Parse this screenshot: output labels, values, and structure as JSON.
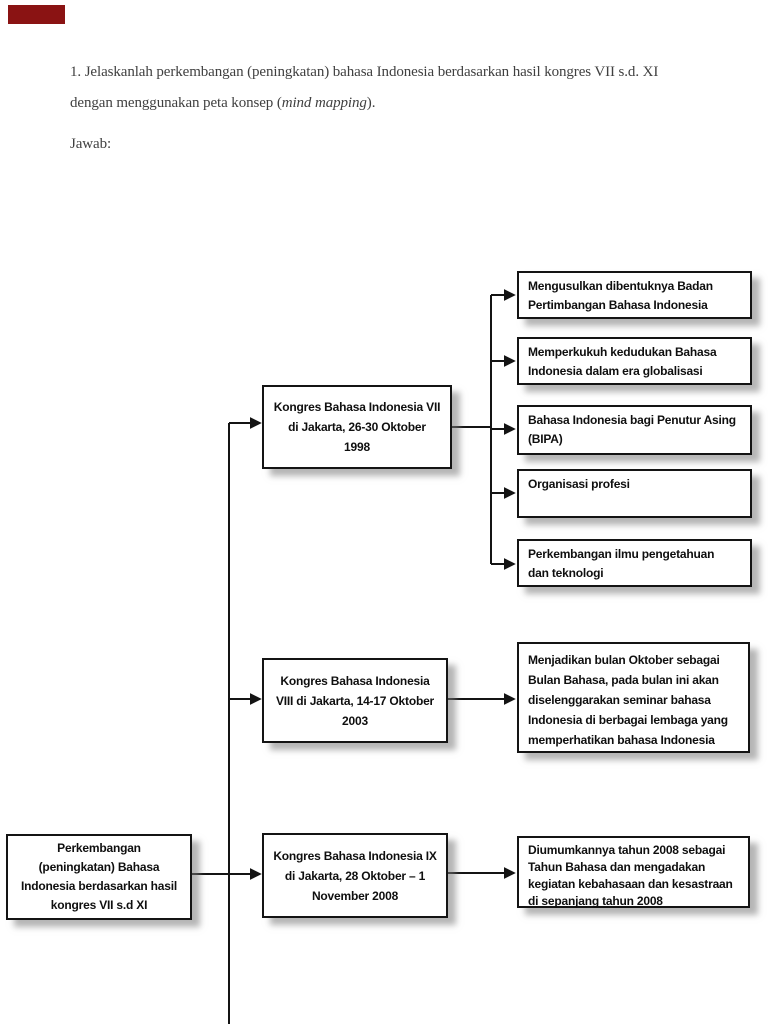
{
  "header_mark": {
    "color": "#8a1313"
  },
  "question": {
    "line1": "1. Jelaskanlah perkembangan (peningkatan) bahasa Indonesia berdasarkan hasil kongres VII s.d. XI",
    "line2_prefix": "dengan menggunakan peta konsep (",
    "line2_italic": "mind mapping",
    "line2_suffix": ").",
    "answer_label": "Jawab:"
  },
  "diagram": {
    "root_box": {
      "lines": [
        "Perkembangan",
        "(peningkatan) Bahasa",
        "Indonesia berdasarkan hasil",
        "kongres VII s.d XI"
      ]
    },
    "congress_boxes": [
      {
        "id": "kongres-vii",
        "lines": [
          "Kongres Bahasa Indonesia VII",
          "di Jakarta, 26-30 Oktober",
          "1998"
        ]
      },
      {
        "id": "kongres-viii",
        "lines": [
          "Kongres Bahasa Indonesia",
          "VIII di Jakarta, 14-17 Oktober",
          "2003"
        ]
      },
      {
        "id": "kongres-ix",
        "lines": [
          "Kongres Bahasa Indonesia IX",
          "di Jakarta, 28 Oktober  – 1",
          "November 2008"
        ]
      }
    ],
    "vii_outcome_boxes": [
      {
        "lines": [
          "Mengusulkan dibentuknya Badan",
          "Pertimbangan Bahasa Indonesia"
        ]
      },
      {
        "lines": [
          "Memperkukuh kedudukan Bahasa",
          "Indonesia dalam era globalisasi"
        ]
      },
      {
        "lines": [
          "Bahasa Indonesia bagi Penutur Asing",
          "(BIPA)"
        ]
      },
      {
        "lines": [
          "Organisasi profesi"
        ]
      },
      {
        "lines": [
          "Perkembangan ilmu pengetahuan",
          "dan teknologi"
        ]
      }
    ],
    "viii_outcome_box": {
      "lines": [
        "Menjadikan bulan Oktober sebagai",
        "Bulan Bahasa, pada bulan ini akan",
        "diselenggarakan seminar bahasa",
        "Indonesia di berbagai lembaga yang",
        "memperhatikan bahasa Indonesia"
      ]
    },
    "ix_outcome_box": {
      "lines": [
        "Diumumkannya tahun 2008 sebagai",
        "Tahun Bahasa dan mengadakan",
        "kegiatan kebahasaan dan kesastraan",
        "di sepanjang tahun 2008"
      ]
    }
  },
  "colors": {
    "connector": "#141414",
    "box_border": "#141414",
    "box_text": "#0f0f0f",
    "question_text": "#404040",
    "shadow": "#787878",
    "red_mark": "#8a1313"
  }
}
